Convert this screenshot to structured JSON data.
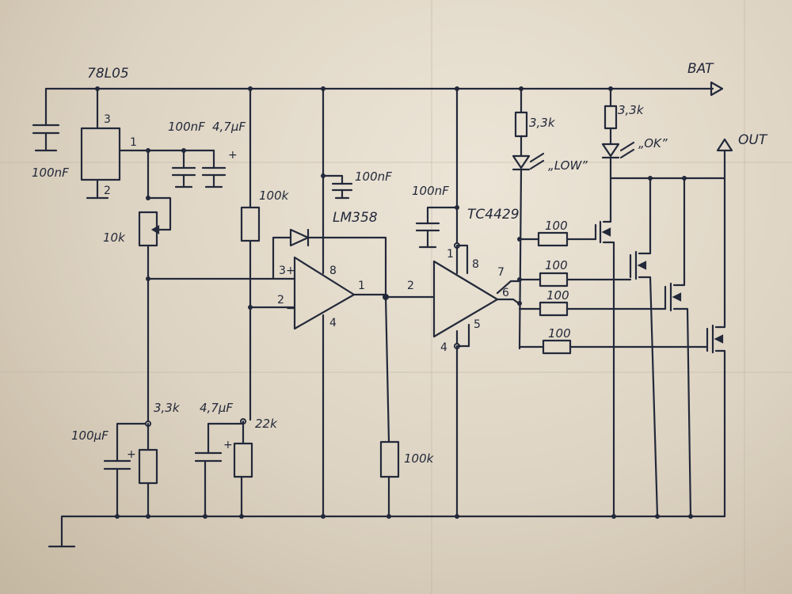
{
  "labels": {
    "regulator": "78L05",
    "bat": "BAT",
    "out": "OUT",
    "opamp": "LM358",
    "driver": "TC4429",
    "c_reg_in": "100nF",
    "c_reg_out1": "100nF",
    "c_reg_out2": "4,7μF",
    "pot": "10k",
    "r_div_top": "100k",
    "c_opamp": "100nF",
    "c_driver": "100nF",
    "r_led_low": "3,3k",
    "r_led_ok": "3,3k",
    "led_low": "„LOW”",
    "led_ok": "„OK”",
    "r_gate1": "100",
    "r_gate2": "100",
    "r_gate3": "100",
    "r_gate4": "100",
    "c_bottom1": "100μF",
    "r_bottom1": "3,3k",
    "c_bottom2": "4,7μF",
    "r_bottom2": "22k",
    "r_out_pd": "100k"
  },
  "pins": {
    "reg_in": "3",
    "reg_out": "1",
    "reg_gnd": "2",
    "op_plus": "3",
    "op_minus": "2",
    "op_out": "1",
    "op_vcc": "8",
    "op_gnd": "4",
    "drv_in": "2",
    "drv_p1": "1",
    "drv_p8": "8",
    "drv_p7": "7",
    "drv_p6": "6",
    "drv_p5": "5",
    "drv_p4": "4",
    "op_plus_sign": "+",
    "op_minus_sign": "−",
    "cap_plus": "+"
  }
}
